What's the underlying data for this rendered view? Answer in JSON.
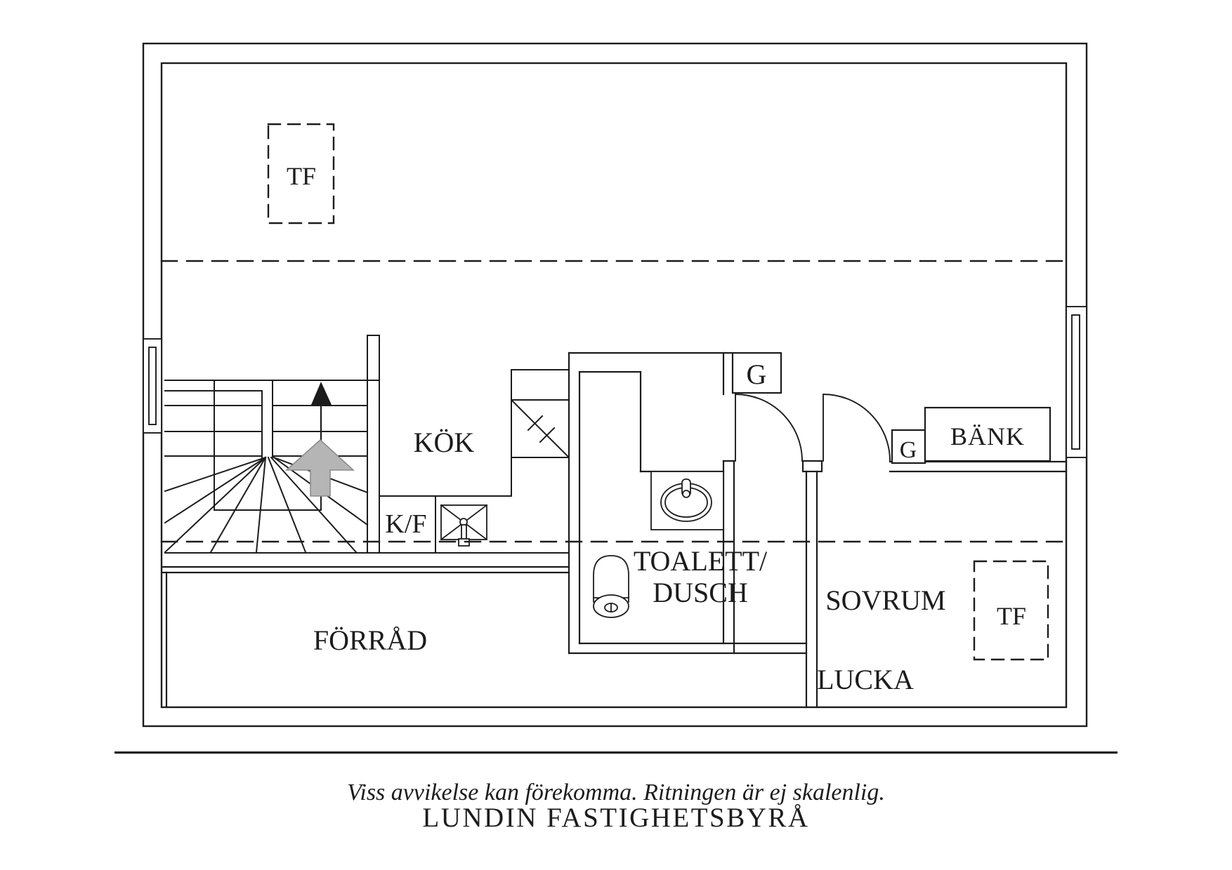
{
  "plan": {
    "rooms": {
      "kok": "KÖK",
      "kf": "K/F",
      "toalett_line1": "TOALETT/",
      "toalett_line2": "DUSCH",
      "sovrum": "SOVRUM",
      "lucka": "LUCKA",
      "forrad": "FÖRRÅD"
    },
    "fixtures": {
      "bank": "BÄNK",
      "g_bathroom": "G",
      "g_sovrum": "G",
      "tf_top": "TF",
      "tf_sovrum": "TF"
    }
  },
  "footer": {
    "disclaimer": "Viss avvikelse kan förekomma. Ritningen är ej skalenlig.",
    "agency": "LUNDIN FASTIGHETSBYRÅ"
  },
  "colors": {
    "line": "#1c1c1c",
    "arrow_gray_fill": "#b5b5b5",
    "arrow_gray_edge": "#8c8c8c",
    "background": "#ffffff"
  }
}
